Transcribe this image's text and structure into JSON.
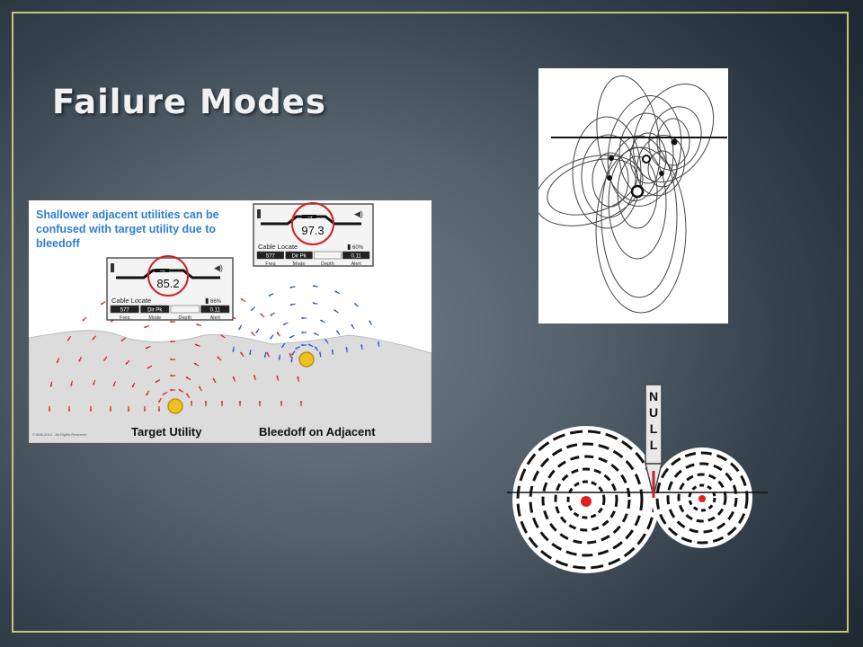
{
  "slide": {
    "title": "Failure Modes"
  },
  "bleedoff_figure": {
    "caption_line1": "Shallower adjacent utilities can be",
    "caption_line2": "confused with target utility due to",
    "caption_line3": "bleedoff",
    "display_left": {
      "reading": "85.2",
      "mode_label": "Cable Locate",
      "battery": "66%",
      "cells": [
        "577",
        "Dir Pk",
        "",
        "0.11"
      ],
      "cell_labels": [
        "Freq",
        "Mode",
        "Depth",
        "Alert"
      ]
    },
    "display_right": {
      "reading": "97.3",
      "mode_label": "Cable Locate",
      "battery": "60%",
      "cells": [
        "577",
        "Dir Pk",
        "",
        "0.11"
      ],
      "cell_labels": [
        "Freq",
        "Mode",
        "Depth",
        "Alert"
      ]
    },
    "label_target": "Target Utility",
    "label_bleedoff": "Bleedoff on Adjacent",
    "copyright": "©1996-2012 - All Rights Reserved",
    "colors": {
      "target_field": "#e02020",
      "adjacent_field": "#2a55d6",
      "caption": "#2f7fd1",
      "utility": "#f0c020"
    }
  },
  "null_figure": {
    "null_letters": [
      "N",
      "U",
      "L",
      "L"
    ]
  }
}
